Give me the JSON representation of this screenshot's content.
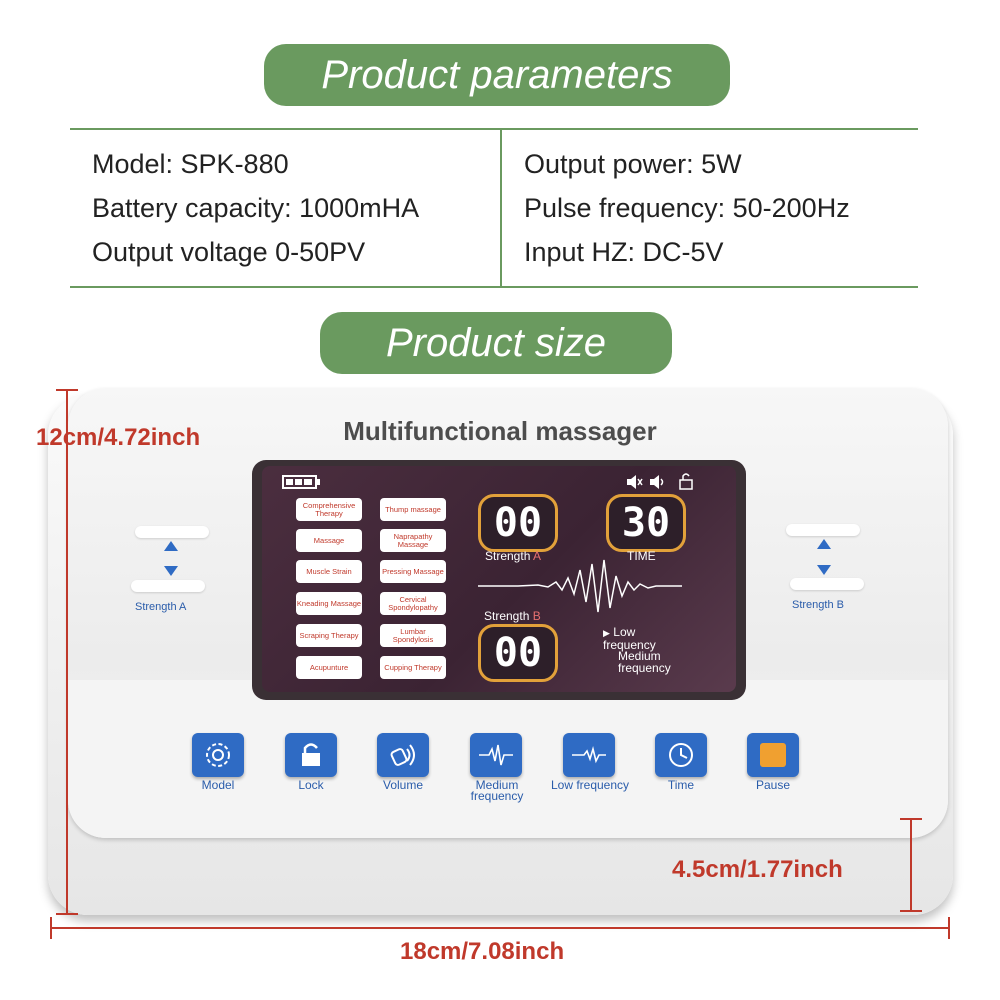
{
  "headings": {
    "parameters": "Product parameters",
    "size": "Product size"
  },
  "specs_left": [
    "Model: SPK-880",
    "Battery capacity: 1000mHA",
    "Output voltage 0-50PV"
  ],
  "specs_right": [
    "Output power: 5W",
    "Pulse frequency: 50-200Hz",
    "Input HZ: DC-5V"
  ],
  "dimensions": {
    "height": "12cm/4.72inch",
    "depth": "4.5cm/1.77inch",
    "width": "18cm/7.08inch"
  },
  "device": {
    "title": "Multifunctional massager",
    "modes_left": [
      "Comprehensive Therapy",
      "Massage",
      "Muscle Strain",
      "Kneading Massage",
      "Scraping Therapy",
      "Acupunture"
    ],
    "modes_right": [
      "Thump massage",
      "Naprapathy Massage",
      "Pressing Massage",
      "Cervical Spondylopathy",
      "Lumbar Spondylosis",
      "Cupping Therapy"
    ],
    "display": {
      "strength_a_value": "00",
      "strength_a_label": "Strength ",
      "strength_a_letter": "A",
      "time_value": "30",
      "time_label": "TIME",
      "strength_b_value": "00",
      "strength_b_label": "Strength ",
      "strength_b_letter": "B",
      "freq_low": "Low frequency",
      "freq_medium": "Medium frequency"
    },
    "side_left_label": "Strength A",
    "side_right_label": "Strength B",
    "buttons": [
      "Model",
      "Lock",
      "Volume",
      "Medium frequency",
      "Low frequency",
      "Time",
      "Pause"
    ]
  },
  "colors": {
    "heading_green": "#6a9a5f",
    "dimension_red": "#c0392b",
    "button_blue": "#2f6bc4",
    "pause_orange": "#f0a030"
  },
  "icons": [
    "battery-icon",
    "mute-icon",
    "speaker-icon",
    "unlock-icon",
    "gear-icon",
    "lock-icon",
    "volume-icon",
    "pulse-icon",
    "clock-icon",
    "pause-icon"
  ]
}
